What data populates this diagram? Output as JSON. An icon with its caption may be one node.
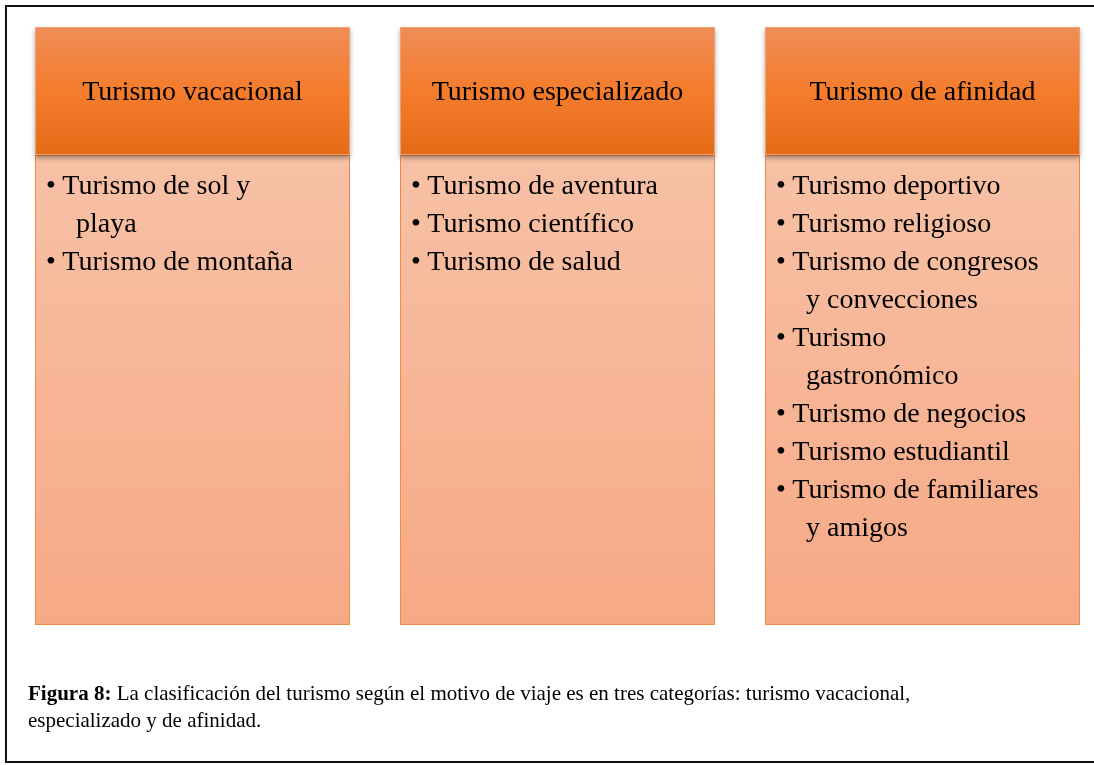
{
  "diagram": {
    "caption": "**Figura 8:** La clasificación del turismo según el motivo de viaje es en tres categorías: turismo vacacional, especializado y de afinidad.",
    "nodes": [
      {
        "text": [
          "Turismo vacacional"
        ]
      },
      {
        "text": [
          "• Turismo de sol y playa",
          "• Turismo de montaña"
        ]
      },
      {
        "text": [
          "Turismo especializado"
        ]
      },
      {
        "text": [
          "• Turismo de aventura",
          "• Turismo científico",
          "• Turismo de salud"
        ]
      },
      {
        "text": [
          "Turismo de afinidad"
        ]
      },
      {
        "text": [
          "• Turismo deportivo",
          "• Turismo religioso",
          "• Turismo de congresos y convecciones",
          "• Turismo gastronómico",
          "• Turismo de negocios",
          "• Turismo estudiantil",
          "• Turismo de familiares y amigos"
        ]
      }
    ]
  }
}
